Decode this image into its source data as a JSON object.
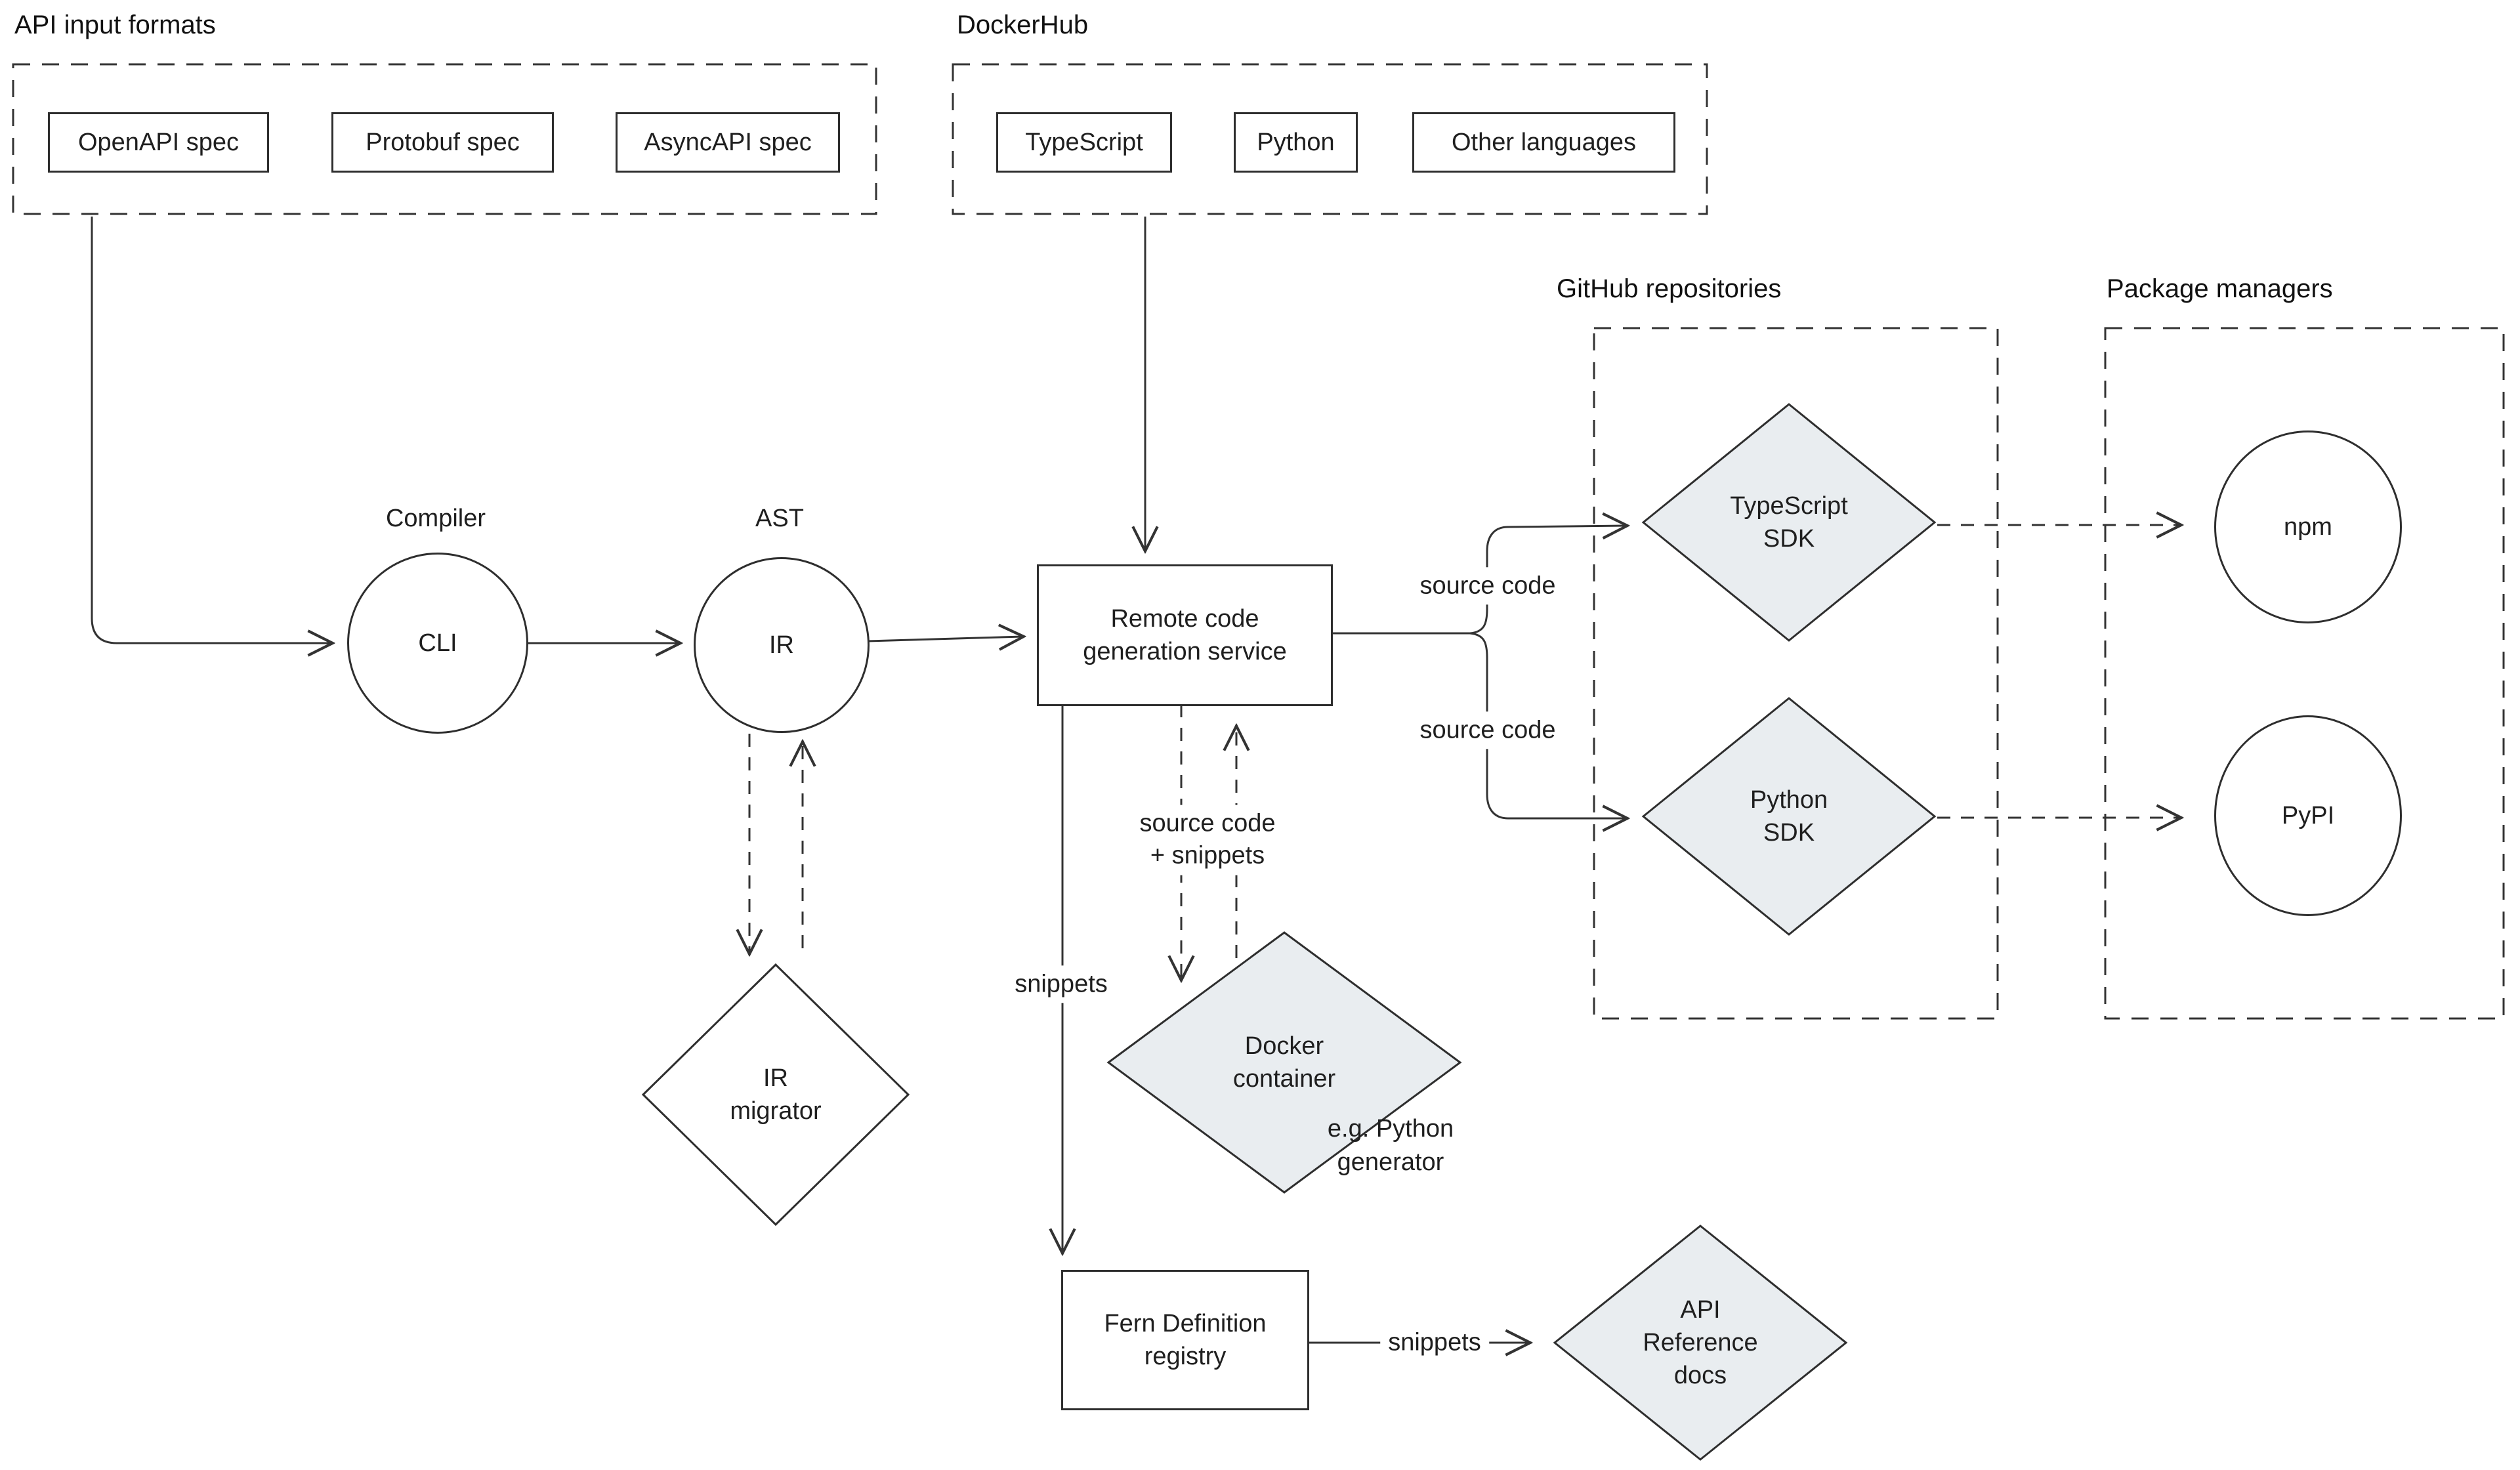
{
  "groups": {
    "api_input_formats": {
      "title": "API input formats"
    },
    "dockerhub": {
      "title": "DockerHub"
    },
    "github_repositories": {
      "title": "GitHub repositories"
    },
    "package_managers": {
      "title": "Package managers"
    }
  },
  "nodes": {
    "openapi_spec": {
      "label": "OpenAPI spec",
      "shape": "rect"
    },
    "protobuf_spec": {
      "label": "Protobuf spec",
      "shape": "rect"
    },
    "asyncapi_spec": {
      "label": "AsyncAPI spec",
      "shape": "rect"
    },
    "typescript_image": {
      "label": "TypeScript",
      "shape": "rect"
    },
    "python_image": {
      "label": "Python",
      "shape": "rect"
    },
    "other_languages_image": {
      "label": "Other languages",
      "shape": "rect"
    },
    "cli": {
      "label": "CLI",
      "shape": "circle",
      "caption": "Compiler"
    },
    "ir": {
      "label": "IR",
      "shape": "circle",
      "caption": "AST"
    },
    "remote_codegen": {
      "label": "Remote code\ngeneration service",
      "shape": "rect"
    },
    "ir_migrator": {
      "label": "IR\nmigrator",
      "shape": "diamond"
    },
    "docker_container": {
      "label": "Docker\ncontainer",
      "shape": "diamond",
      "caption": "e.g. Python\ngenerator"
    },
    "typescript_sdk": {
      "label": "TypeScript\nSDK",
      "shape": "diamond"
    },
    "python_sdk": {
      "label": "Python\nSDK",
      "shape": "diamond"
    },
    "npm": {
      "label": "npm",
      "shape": "circle"
    },
    "pypi": {
      "label": "PyPI",
      "shape": "circle"
    },
    "fern_registry": {
      "label": "Fern Definition\nregistry",
      "shape": "rect"
    },
    "api_reference_docs": {
      "label": "API\nReference\ndocs",
      "shape": "diamond"
    }
  },
  "edge_labels": {
    "source_code_top": "source code",
    "source_code_bottom": "source code",
    "source_code_snippets": "source code\n+ snippets",
    "snippets_registry": "snippets",
    "snippets_docs": "snippets"
  },
  "colors": {
    "line": "#333333",
    "diamond_fill": "#e9edf0",
    "text": "#1f1f1f",
    "background": "#ffffff"
  }
}
